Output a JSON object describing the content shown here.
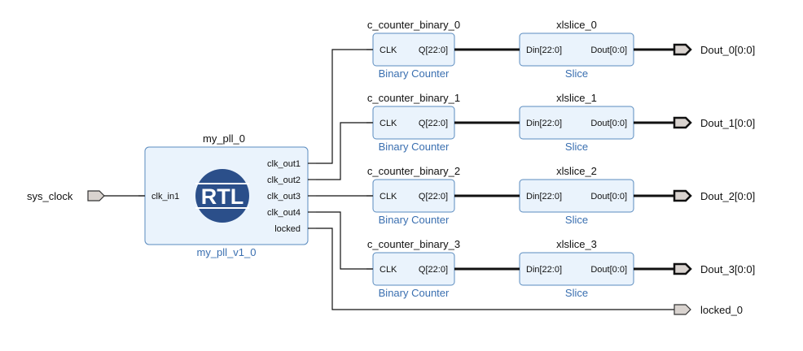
{
  "pll": {
    "instance": "my_pll_0",
    "module": "my_pll_v1_0",
    "input": "clk_in1",
    "outputs": [
      "clk_out1",
      "clk_out2",
      "clk_out3",
      "clk_out4",
      "locked"
    ],
    "logo_text": "RTL"
  },
  "sys_clock": "sys_clock",
  "counters": [
    {
      "instance": "c_counter_binary_0",
      "type": "Binary Counter",
      "in": "CLK",
      "out": "Q[22:0]"
    },
    {
      "instance": "c_counter_binary_1",
      "type": "Binary Counter",
      "in": "CLK",
      "out": "Q[22:0]"
    },
    {
      "instance": "c_counter_binary_2",
      "type": "Binary Counter",
      "in": "CLK",
      "out": "Q[22:0]"
    },
    {
      "instance": "c_counter_binary_3",
      "type": "Binary Counter",
      "in": "CLK",
      "out": "Q[22:0]"
    }
  ],
  "slices": [
    {
      "instance": "xlslice_0",
      "type": "Slice",
      "in": "Din[22:0]",
      "out": "Dout[0:0]"
    },
    {
      "instance": "xlslice_1",
      "type": "Slice",
      "in": "Din[22:0]",
      "out": "Dout[0:0]"
    },
    {
      "instance": "xlslice_2",
      "type": "Slice",
      "in": "Din[22:0]",
      "out": "Dout[0:0]"
    },
    {
      "instance": "xlslice_3",
      "type": "Slice",
      "in": "Din[22:0]",
      "out": "Dout[0:0]"
    }
  ],
  "outputs": [
    "Dout_0[0:0]",
    "Dout_1[0:0]",
    "Dout_2[0:0]",
    "Dout_3[0:0]"
  ],
  "locked_out": "locked_0",
  "colors": {
    "block_fill": "#eaf3fc",
    "block_border": "#5a8bbf",
    "subtitle": "#3a6fb0",
    "logo": "#2b4f8a",
    "port_fill": "#d9d3cf"
  }
}
